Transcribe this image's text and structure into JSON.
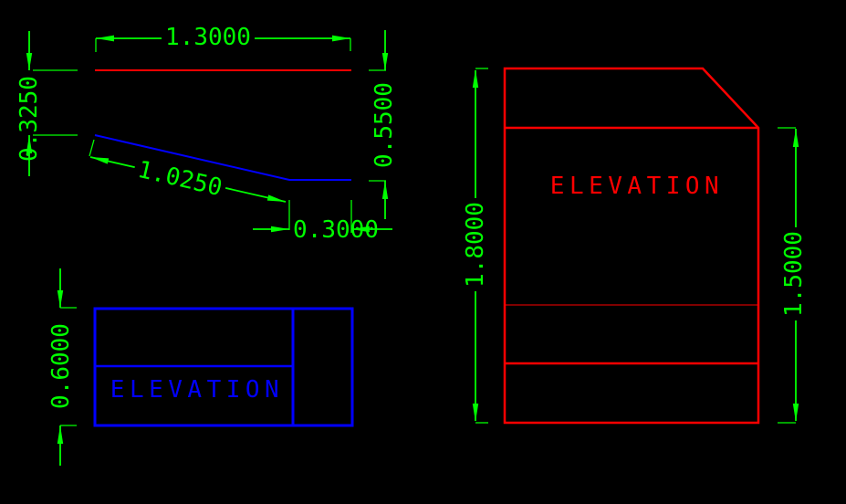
{
  "colors": {
    "bg": "#000000",
    "green": "#00ff00",
    "red": "#ff0000",
    "blue": "#0000ff"
  },
  "views": {
    "side_profile": {
      "dims": {
        "width": "1.3000",
        "left_drop": "0.3250",
        "right_drop": "0.5500",
        "slope_length": "1.0250",
        "flat_length": "0.3000"
      }
    },
    "plan_view": {
      "title": "ELEVATION",
      "dims": {
        "depth": "0.6000"
      }
    },
    "front_view": {
      "title": "ELEVATION",
      "dims": {
        "overall_height": "1.8000",
        "body_height": "1.5000"
      }
    }
  }
}
